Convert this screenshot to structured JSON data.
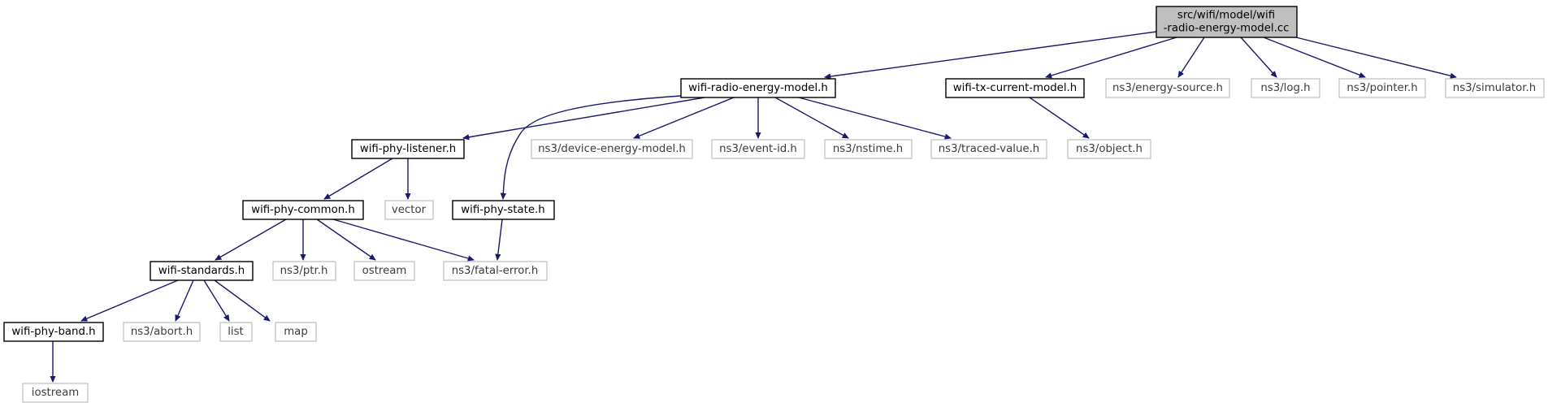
{
  "graph": {
    "nodes": {
      "root": [
        "src/wifi/model/wifi",
        "-radio-energy-model.cc"
      ],
      "wifi_radio_energy_model_h": "wifi-radio-energy-model.h",
      "wifi_tx_current_model_h": "wifi-tx-current-model.h",
      "energy_source_h": "ns3/energy-source.h",
      "log_h": "ns3/log.h",
      "pointer_h": "ns3/pointer.h",
      "simulator_h": "ns3/simulator.h",
      "wifi_phy_listener_h": "wifi-phy-listener.h",
      "device_energy_model_h": "ns3/device-energy-model.h",
      "event_id_h": "ns3/event-id.h",
      "nstime_h": "ns3/nstime.h",
      "traced_value_h": "ns3/traced-value.h",
      "object_h": "ns3/object.h",
      "wifi_phy_common_h": "wifi-phy-common.h",
      "vector": "vector",
      "wifi_phy_state_h": "wifi-phy-state.h",
      "wifi_standards_h": "wifi-standards.h",
      "ptr_h": "ns3/ptr.h",
      "ostream": "ostream",
      "fatal_error_h": "ns3/fatal-error.h",
      "wifi_phy_band_h": "wifi-phy-band.h",
      "abort_h": "ns3/abort.h",
      "list": "list",
      "map": "map",
      "iostream": "iostream"
    },
    "colors": {
      "edge": "#191970",
      "root_fill": "#bfbfbf",
      "file_border": "#000000",
      "external_border": "#bfbfbf"
    }
  }
}
